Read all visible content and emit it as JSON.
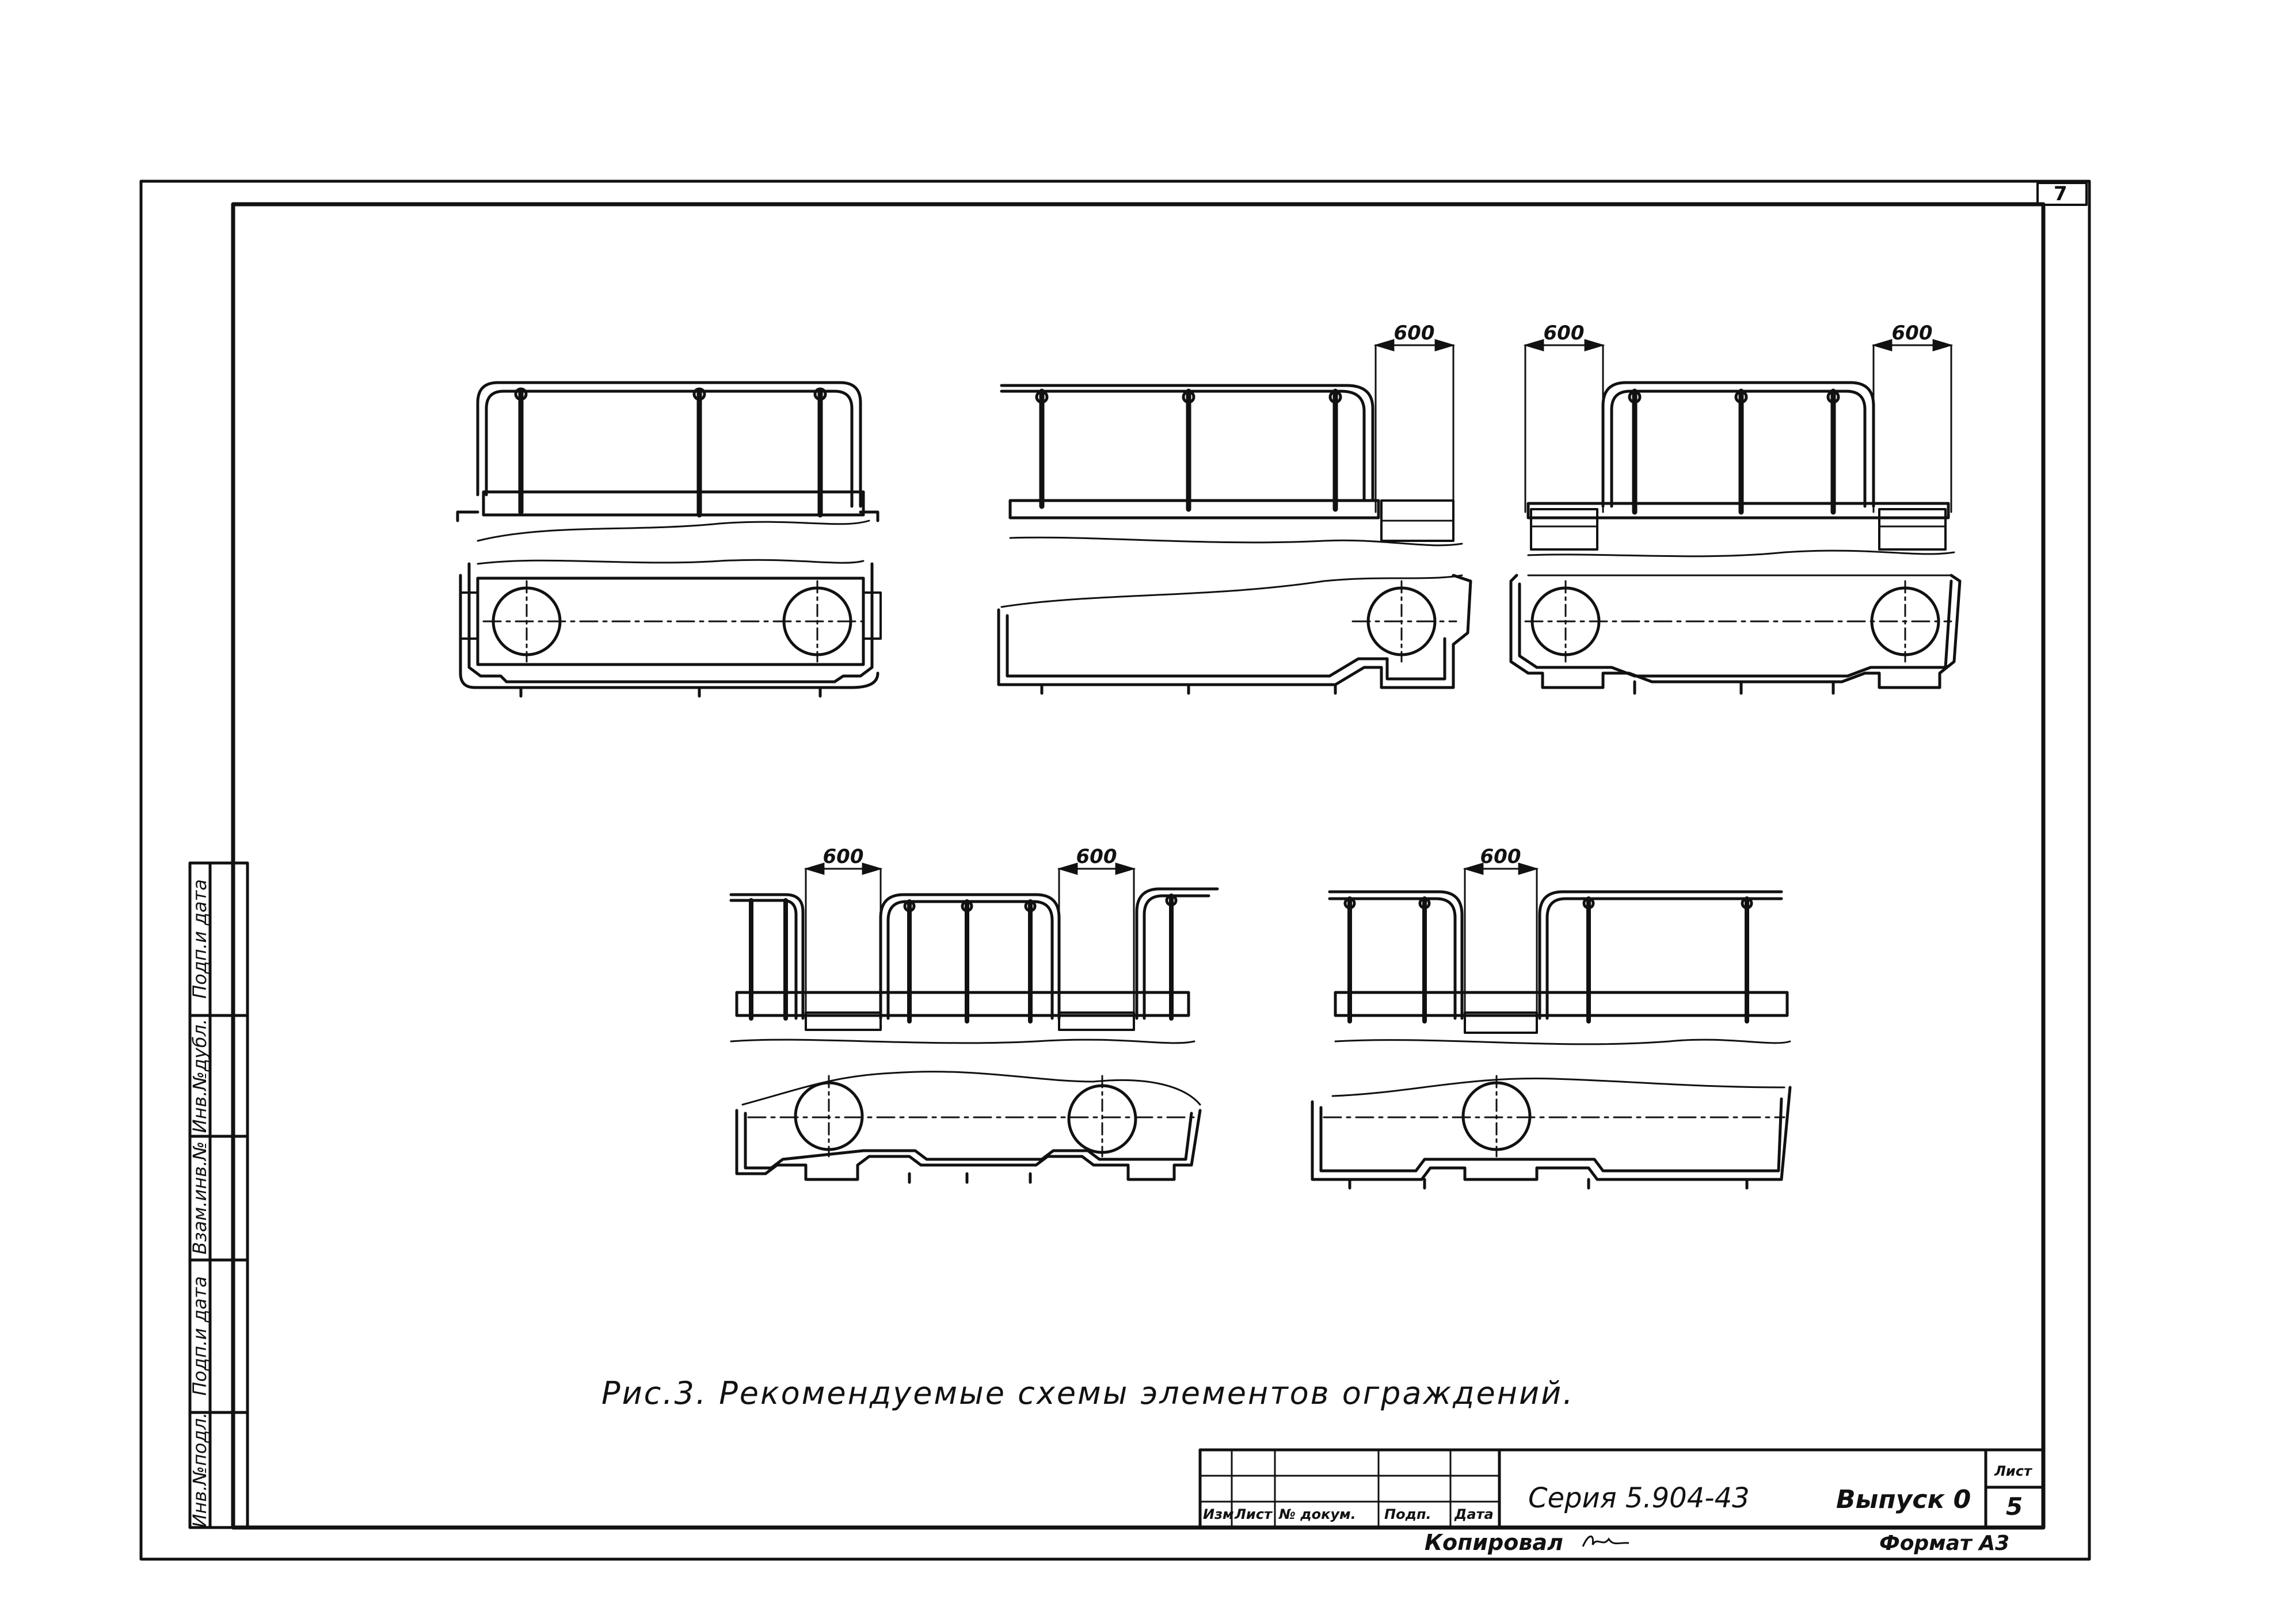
{
  "sheet": {
    "page_number": "7",
    "caption": "Рис.3. Рекомендуемые схемы элементов ограждений."
  },
  "dimensions": {
    "fig2": "600",
    "fig3_left": "600",
    "fig3_right": "600",
    "fig4_left": "600",
    "fig4_right": "600",
    "fig5": "600"
  },
  "side_stamp": {
    "inv_podl": "Инв.№подл.",
    "podp_data_1": "Подп.и дата",
    "vzam_inv": "Взам.инв.№",
    "inv_dubl": "Инв.№дубл.",
    "podp_data_2": "Подп.и дата"
  },
  "title_block": {
    "col_izm": "Изм",
    "col_list": "Лист",
    "col_doc": "№ докум.",
    "col_podp": "Подп.",
    "col_data": "Дата",
    "series": "Серия 5.904-43",
    "issue": "Выпуск 0",
    "sheet_label": "Лист",
    "sheet_number": "5",
    "copied": "Копировал",
    "format": "Формат А3"
  },
  "colors": {
    "ink": "#111111",
    "paper": "#ffffff"
  }
}
